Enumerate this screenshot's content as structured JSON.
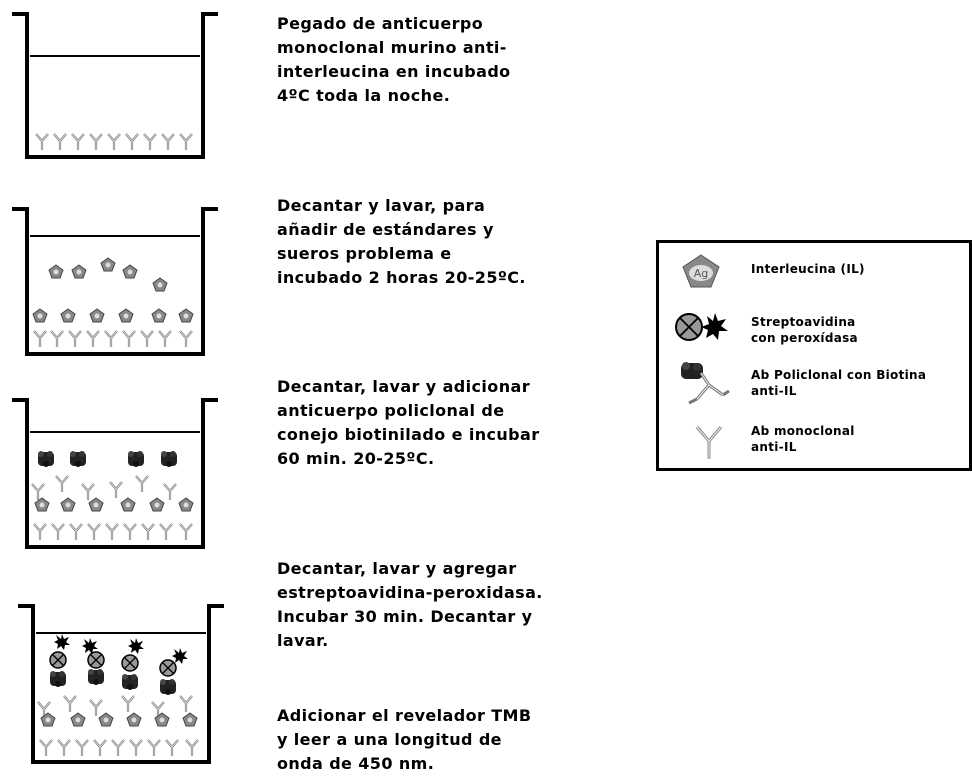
{
  "steps": [
    {
      "lines": [
        "Pegado de anticuerpo",
        "monoclonal murino anti-",
        "interleucina en incubado",
        "4ºC toda la noche."
      ]
    },
    {
      "lines": [
        "Decantar y lavar, para",
        "añadir de estándares y",
        "sueros problema e",
        "incubado 2 horas 20-25ºC."
      ]
    },
    {
      "lines": [
        "Decantar, lavar y adicionar",
        "anticuerpo policlonal de",
        "conejo biotinilado e incubar",
        "60 min. 20-25ºC."
      ]
    },
    {
      "lines": [
        "Decantar, lavar y agregar",
        "estreptoavidina-peroxidasa.",
        "Incubar 30 min. Decantar y",
        "lavar."
      ]
    },
    {
      "lines": [
        "Adicionar el revelador TMB",
        "y leer a una longitud de",
        "onda de 450 nm."
      ]
    }
  ],
  "legend": {
    "items": [
      {
        "icon": "antigen-icon",
        "lines": [
          "Interleucina (IL)"
        ]
      },
      {
        "icon": "streptavidin-peroxidase-icon",
        "lines": [
          "Streptoavidina",
          "con peroxídasa"
        ]
      },
      {
        "icon": "polyclonal-antibody-icon",
        "lines": [
          "Ab Policlonal con Biotina",
          "anti-IL"
        ]
      },
      {
        "icon": "monoclonal-antibody-icon",
        "lines": [
          "Ab monoclonal",
          "anti-IL"
        ]
      }
    ],
    "antigen_label": "Ag"
  }
}
